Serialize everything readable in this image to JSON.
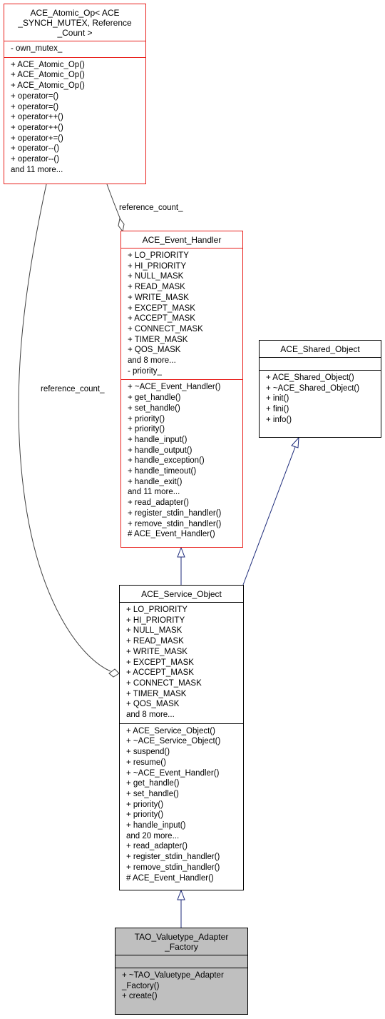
{
  "colors": {
    "highlight_border": "#e8201c",
    "inheritance_edge": "#1c2a7a",
    "reference_edge": "#404040",
    "focus_fill": "#bfbfbf"
  },
  "nodes": {
    "atomic_op": {
      "title_lines": [
        "ACE_Atomic_Op< ACE",
        "_SYNCH_MUTEX, Reference",
        "_Count >"
      ],
      "sections": [
        [
          "- own_mutex_"
        ],
        [
          "+ ACE_Atomic_Op()",
          "+ ACE_Atomic_Op()",
          "+ ACE_Atomic_Op()",
          "+ operator=()",
          "+ operator=()",
          "+ operator++()",
          "+ operator++()",
          "+ operator+=()",
          "+ operator--()",
          "+ operator--()",
          "and 11 more..."
        ]
      ]
    },
    "event_handler": {
      "title_lines": [
        "ACE_Event_Handler"
      ],
      "sections": [
        [
          "+ LO_PRIORITY",
          "+ HI_PRIORITY",
          "+ NULL_MASK",
          "+ READ_MASK",
          "+ WRITE_MASK",
          "+ EXCEPT_MASK",
          "+ ACCEPT_MASK",
          "+ CONNECT_MASK",
          "+ TIMER_MASK",
          "+ QOS_MASK",
          "and 8 more...",
          "- priority_"
        ],
        [
          "+ ~ACE_Event_Handler()",
          "+ get_handle()",
          "+ set_handle()",
          "+ priority()",
          "+ priority()",
          "+ handle_input()",
          "+ handle_output()",
          "+ handle_exception()",
          "+ handle_timeout()",
          "+ handle_exit()",
          "and 11 more...",
          "+ read_adapter()",
          "+ register_stdin_handler()",
          "+ remove_stdin_handler()",
          "# ACE_Event_Handler()"
        ]
      ]
    },
    "shared_object": {
      "title_lines": [
        "ACE_Shared_Object"
      ],
      "sections": [
        [],
        [
          "+ ACE_Shared_Object()",
          "+ ~ACE_Shared_Object()",
          "+ init()",
          "+ fini()",
          "+ info()"
        ]
      ]
    },
    "service_object": {
      "title_lines": [
        "ACE_Service_Object"
      ],
      "sections": [
        [
          "+ LO_PRIORITY",
          "+ HI_PRIORITY",
          "+ NULL_MASK",
          "+ READ_MASK",
          "+ WRITE_MASK",
          "+ EXCEPT_MASK",
          "+ ACCEPT_MASK",
          "+ CONNECT_MASK",
          "+ TIMER_MASK",
          "+ QOS_MASK",
          "and 8 more..."
        ],
        [
          "+ ACE_Service_Object()",
          "+ ~ACE_Service_Object()",
          "+ suspend()",
          "+ resume()",
          "+ ~ACE_Event_Handler()",
          "+ get_handle()",
          "+ set_handle()",
          "+ priority()",
          "+ priority()",
          "+ handle_input()",
          "and 20 more...",
          "+ read_adapter()",
          "+ register_stdin_handler()",
          "+ remove_stdin_handler()",
          "# ACE_Event_Handler()"
        ]
      ]
    },
    "adapter_factory": {
      "title_lines": [
        "TAO_Valuetype_Adapter",
        "_Factory"
      ],
      "sections": [
        [],
        [
          "+ ~TAO_Valuetype_Adapter",
          "_Factory()",
          "+ create()"
        ]
      ]
    }
  },
  "edge_labels": {
    "ref_to_event_handler": "reference_count_",
    "ref_to_service_object": "reference_count_"
  }
}
